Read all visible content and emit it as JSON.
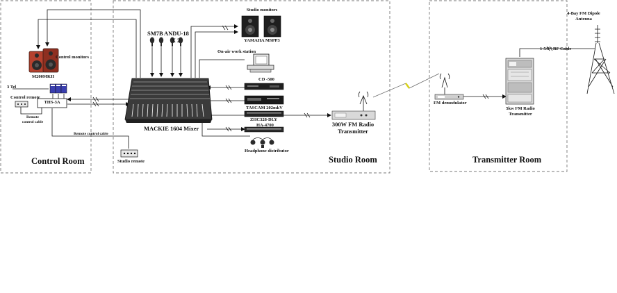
{
  "rooms": {
    "control": "Control Room",
    "studio": "Studio Room",
    "transmitter": "Transmitter Room"
  },
  "labels": {
    "studio_monitors": "Studio monitors",
    "yamaha": "YAMAHA MSPP3",
    "sm7b": "SM7B",
    "andu_line1": "ANDU-18",
    "andu_line2": "X 2",
    "onair": "On-air work station",
    "cd500": "CD -500",
    "tascam": "TASCAM 202mkV",
    "zhc": "ZHC328-DLY",
    "ha4700": "HA-4700",
    "headphone": "Headphone distributor",
    "mixer": "MACKIE  1604 Mixer",
    "control_monitors": "Control monitors",
    "m200": "M200MKII",
    "tel": "3 Tel",
    "control_remote": "Control remote",
    "ths": "THS-3A",
    "remote_cable_line1": "Remote",
    "remote_cable_line2": "control cable",
    "remote_cable_long": "Remote control cable",
    "studio_remote": "Studio remote",
    "fm300_line1": "300W FM Radio",
    "fm300_line2": "Transmitter",
    "fm_demod": "FM demodulator",
    "fm5kw_line1": "5kw FM Radio",
    "fm5kw_line2": "Transmitter",
    "rf_cable": "1-5/8\" RF Cable",
    "antenna_line1": "4-Bay FM Dipole",
    "antenna_line2": "Antenna"
  },
  "colors": {
    "line": "#111111",
    "border": "#777777",
    "speaker_red": "#b5412e",
    "link_yellow": "#d8d21a",
    "key_blue": "#3a3fb0"
  }
}
